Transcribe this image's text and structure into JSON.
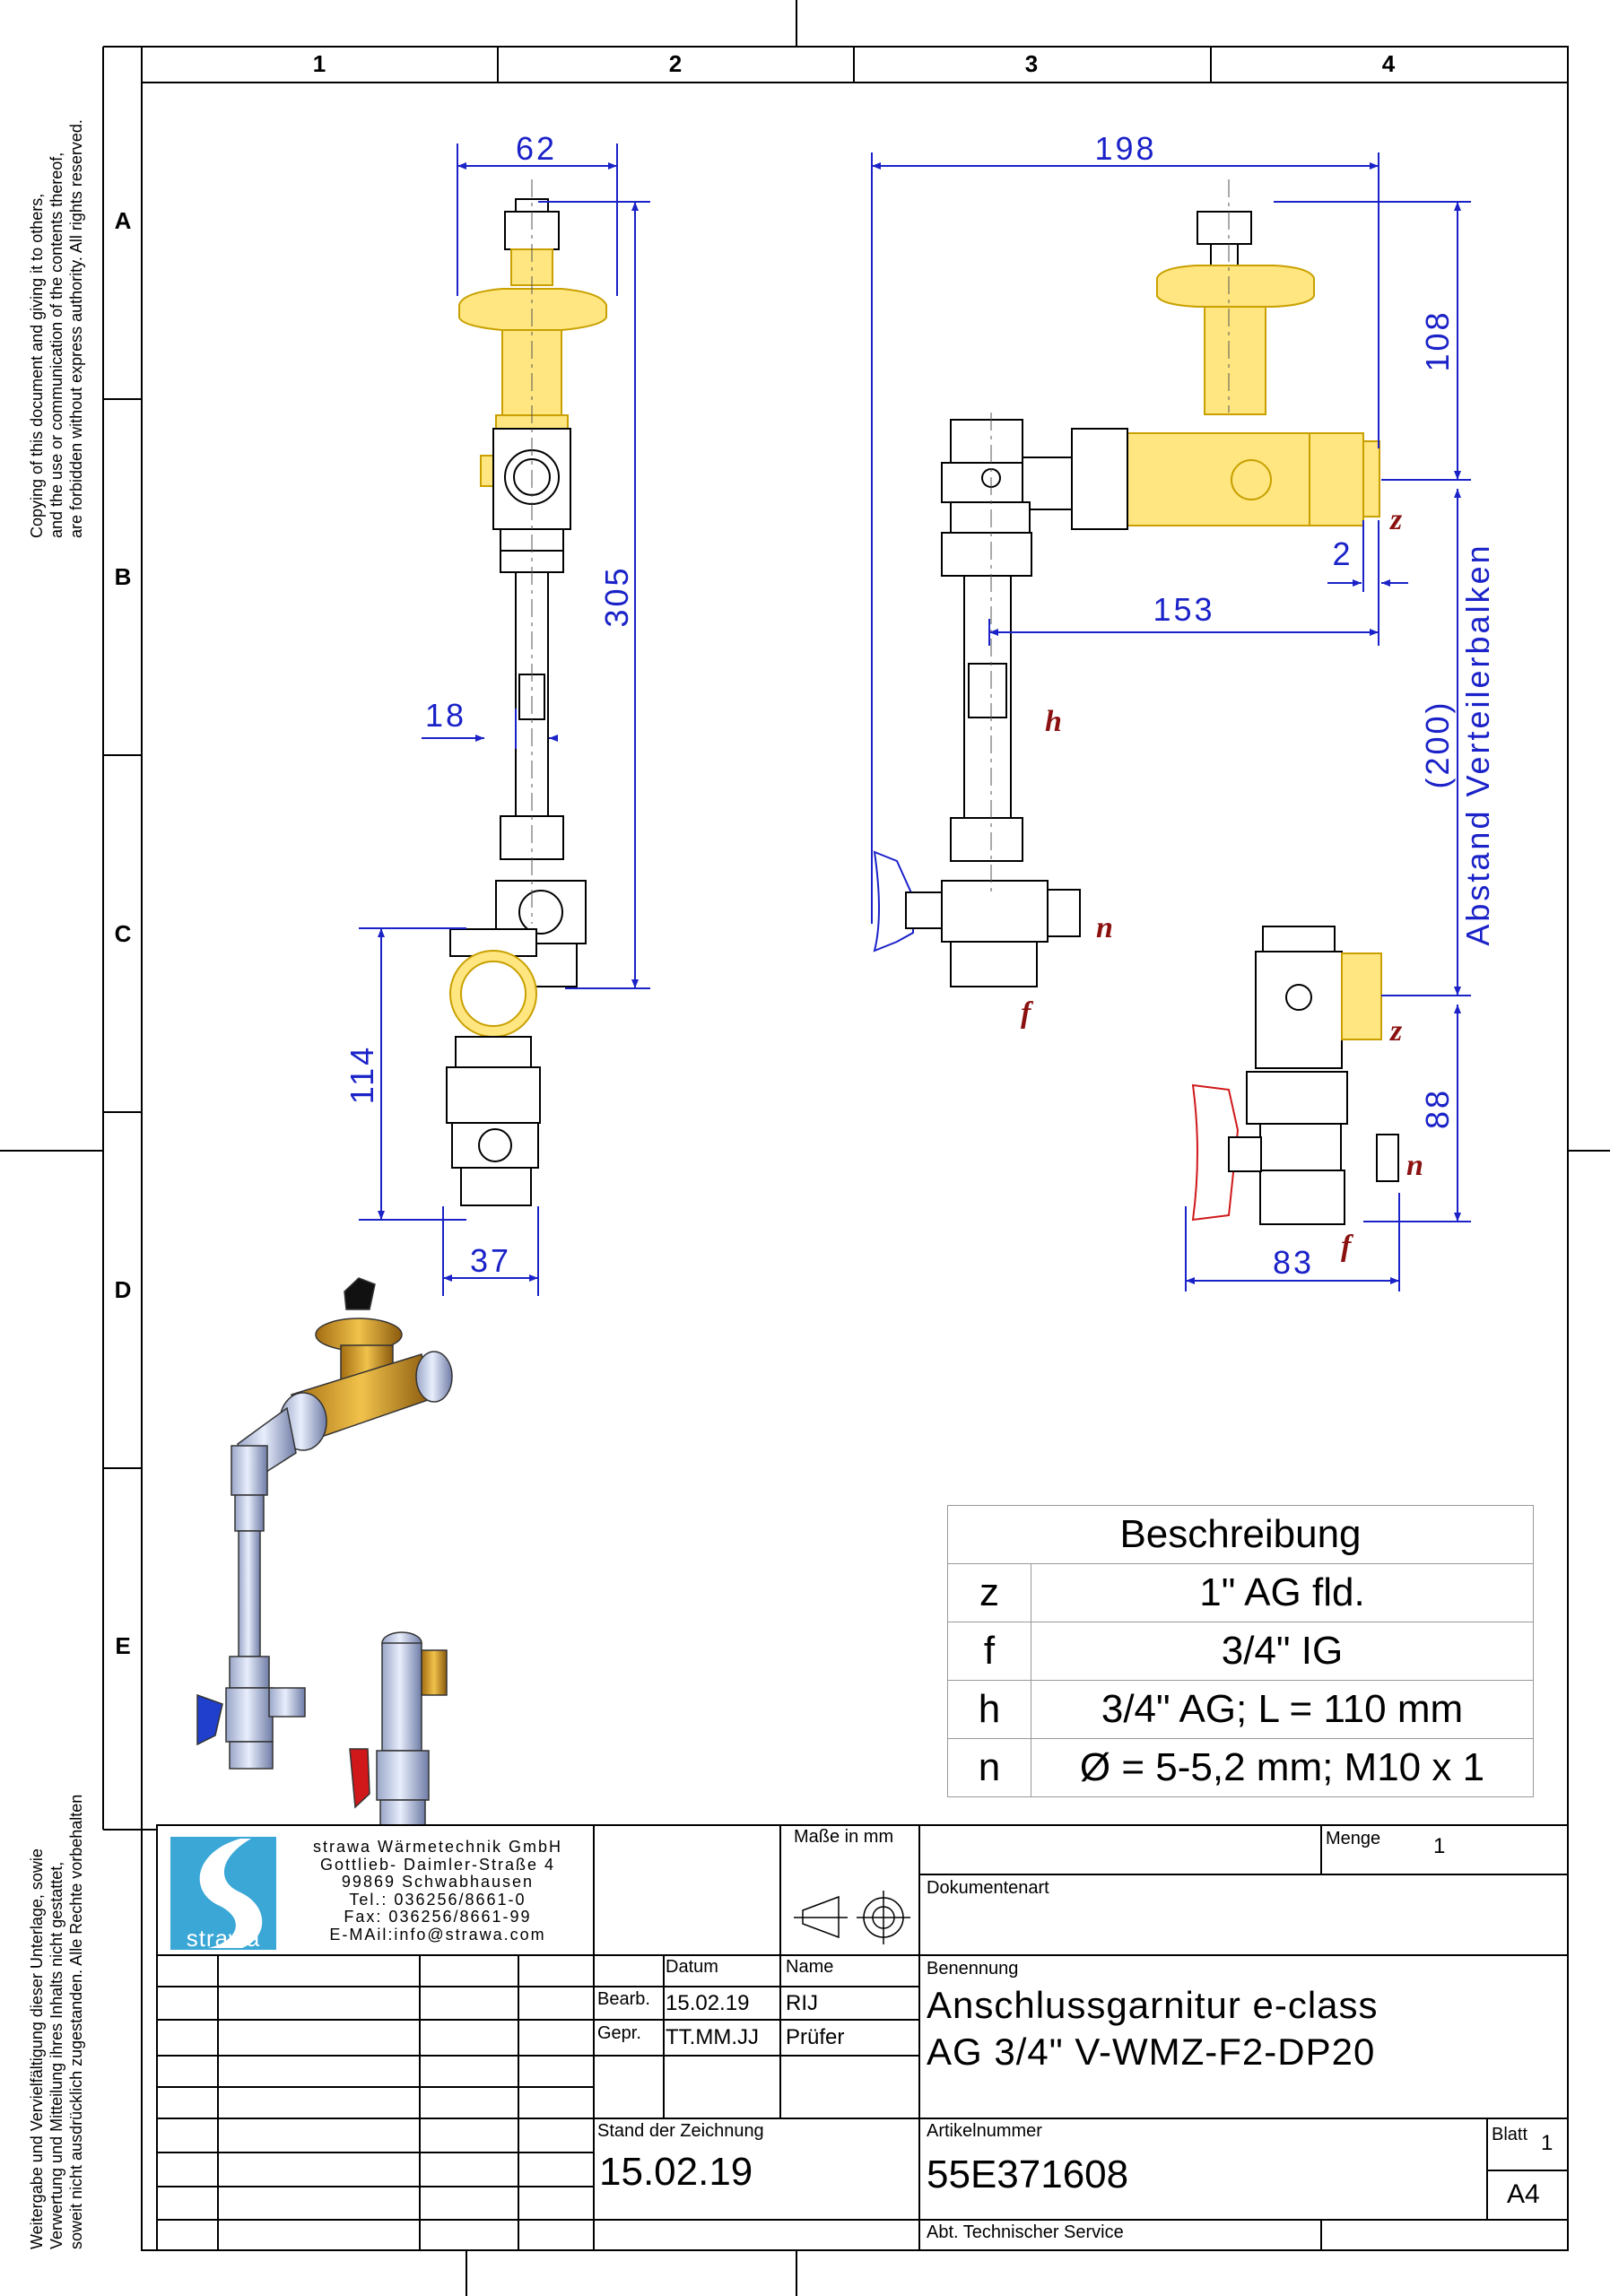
{
  "frame": {
    "columns": [
      "1",
      "2",
      "3",
      "4"
    ],
    "rows": [
      "A",
      "B",
      "C",
      "D",
      "E"
    ]
  },
  "copyright_en": [
    "Copying of this document and giving it to others,",
    "and the use or communication of the contents thereof,",
    "are forbidden without express authority. All rights reserved."
  ],
  "copyright_de": [
    "Weitergabe und Vervielfältigung dieser Unterlage, sowie",
    "Verwertung und Mitteilung ihres Inhalts nicht gestattet,",
    "soweit nicht ausdrücklich zugestanden. Alle Rechte vorbehalten"
  ],
  "dimensions": {
    "d62": "62",
    "d305": "305",
    "d18": "18",
    "d114": "114",
    "d37": "37",
    "d198": "198",
    "d108": "108",
    "d2": "2",
    "d153": "153",
    "d88": "88",
    "d83": "83",
    "d200": "(200)",
    "d200_label": "Abstand Verteilerbalken"
  },
  "markers": {
    "z": "z",
    "h": "h",
    "n": "n",
    "f": "f"
  },
  "description": {
    "header": "Beschreibung",
    "rows": [
      {
        "key": "z",
        "value": "1\" AG fld."
      },
      {
        "key": "f",
        "value": "3/4\" IG"
      },
      {
        "key": "h",
        "value": "3/4\" AG; L = 110 mm"
      },
      {
        "key": "n",
        "value": "Ø = 5-5,2 mm; M10 x 1"
      }
    ]
  },
  "titleblock": {
    "logo_text": "strawa",
    "company": [
      "strawa Wärmetechnik GmbH",
      "Gottlieb- Daimler-Straße 4",
      "99869 Schwabhausen",
      "Tel.: 036256/8661-0",
      "Fax: 036256/8661-99",
      "E-MAil:info@strawa.com"
    ],
    "units_label": "Maße in mm",
    "menge_label": "Menge",
    "menge_value": "1",
    "doc_type_label": "Dokumentenart",
    "datum_label": "Datum",
    "name_label": "Name",
    "bearb_label": "Bearb.",
    "bearb_date": "15.02.19",
    "bearb_name": "RIJ",
    "gepr_label": "Gepr.",
    "gepr_date": "TT.MM.JJ",
    "gepr_name": "Prüfer",
    "benennung_label": "Benennung",
    "title1": "Anschlussgarnitur e-class",
    "title2": "AG 3/4\" V-WMZ-F2-DP20",
    "stand_label": "Stand der Zeichnung",
    "stand_value": "15.02.19",
    "artikel_label": "Artikelnummer",
    "artikel_value": "55E371608",
    "blatt_label": "Blatt",
    "blatt_value": "1",
    "format": "A4",
    "department": "Abt. Technischer Service"
  },
  "colors": {
    "dim": "#1a22c8",
    "mark": "#8b1010",
    "brass": "#f0c020",
    "logo": "#3aa7d6"
  }
}
